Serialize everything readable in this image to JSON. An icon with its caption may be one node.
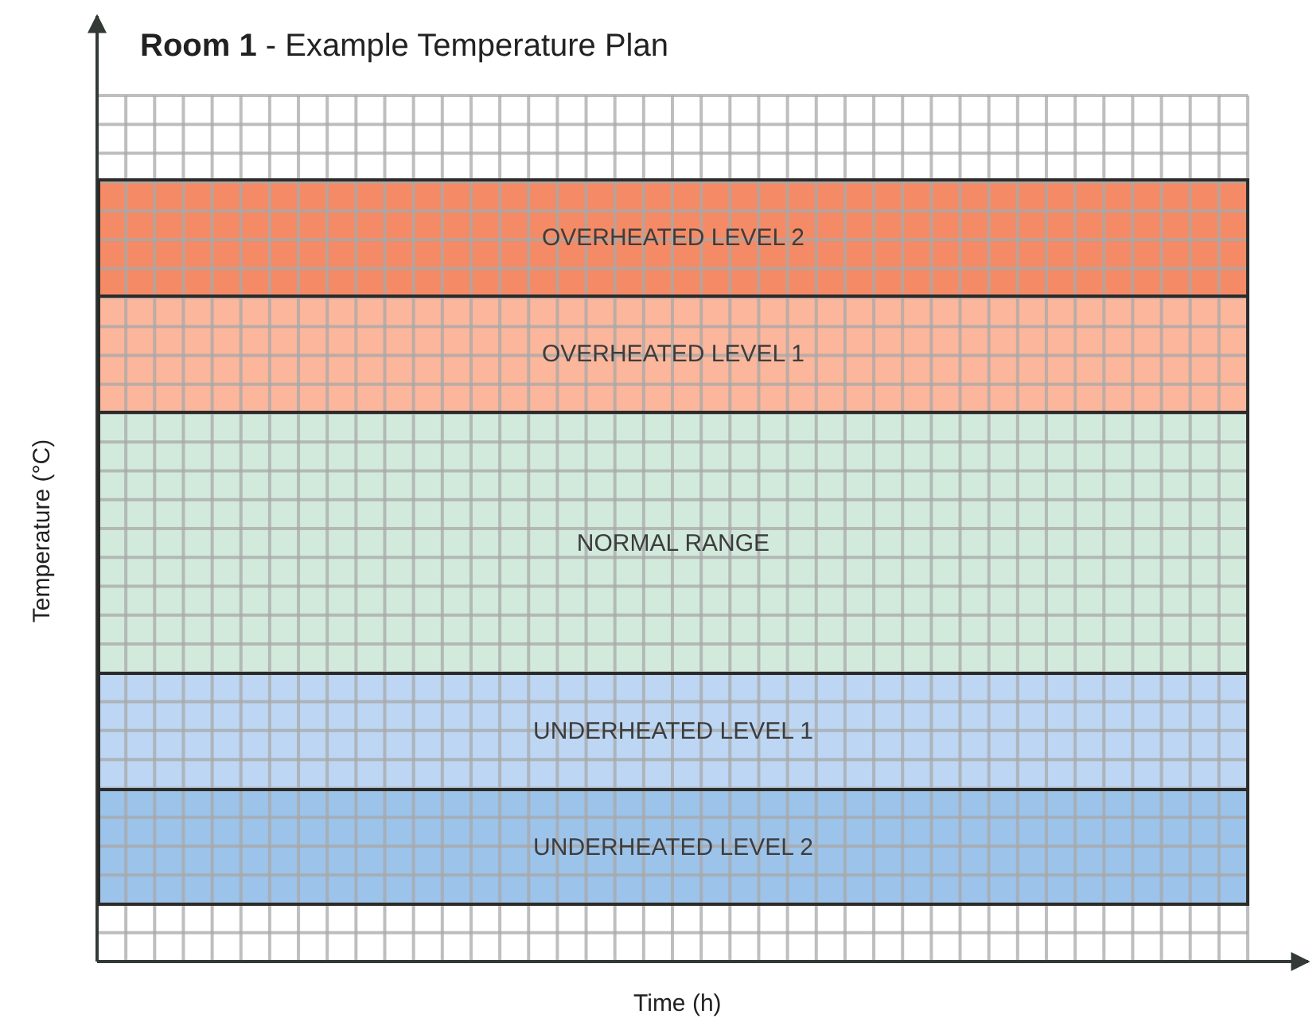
{
  "diagram": {
    "title": "**Room 1** - Example Temperature Plan",
    "nodes": [
      {
        "text": [
          "OVERHEATED LEVEL 2"
        ]
      },
      {
        "text": [
          "OVERHEATED LEVEL 1"
        ]
      },
      {
        "text": [
          "NORMAL RANGE"
        ]
      },
      {
        "text": [
          "UNDERHEATED LEVEL 1"
        ]
      },
      {
        "text": [
          "UNDERHEATED LEVEL 2"
        ]
      }
    ],
    "labels": [
      "Temperature (°C)",
      "Time (h)"
    ]
  }
}
